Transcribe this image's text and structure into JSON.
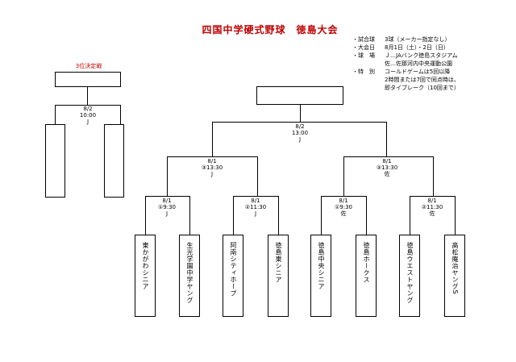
{
  "title": "四国中学硬式野球　徳島大会",
  "info": [
    {
      "key": "・試合球",
      "value": "3球（メーカー指定なし）"
    },
    {
      "key": "・大会日",
      "value": "8月1日（土）・2日（日）"
    },
    {
      "key": "・球　場",
      "value": "Ｊ…JAバンク徳島スタジアム"
    },
    {
      "key": "",
      "value": "佐…佐那河内中央運動公園"
    },
    {
      "key": "・特　別",
      "value": "コールドゲームは5回以降"
    },
    {
      "key": "",
      "value": "2時間または7回で同点時は、"
    },
    {
      "key": "",
      "value": "即タイブレーク（10回まで）"
    }
  ],
  "third_place": {
    "label": "3位決定戦",
    "date": "8/2",
    "time": "10:00",
    "venue": "J"
  },
  "final": {
    "date": "8/2",
    "time": "13:00",
    "venue": "J"
  },
  "semis": [
    {
      "date": "8/1",
      "time": "③13:30",
      "venue": "J"
    },
    {
      "date": "8/1",
      "time": "③13:30",
      "venue": "佐"
    }
  ],
  "first_round": [
    {
      "date": "8/1",
      "time": "①9:30",
      "venue": "J"
    },
    {
      "date": "8/1",
      "time": "②11:30",
      "venue": "J"
    },
    {
      "date": "8/1",
      "time": "①9:30",
      "venue": "佐"
    },
    {
      "date": "8/1",
      "time": "②11:30",
      "venue": "佐"
    }
  ],
  "teams": [
    "東かがわシニア",
    "生光学園中学ヤング",
    "阿南シティホープ",
    "徳島東シニア",
    "徳島中央シニア",
    "徳島ホークス",
    "徳島ウエストヤング",
    "高松庵治ヤングS"
  ]
}
